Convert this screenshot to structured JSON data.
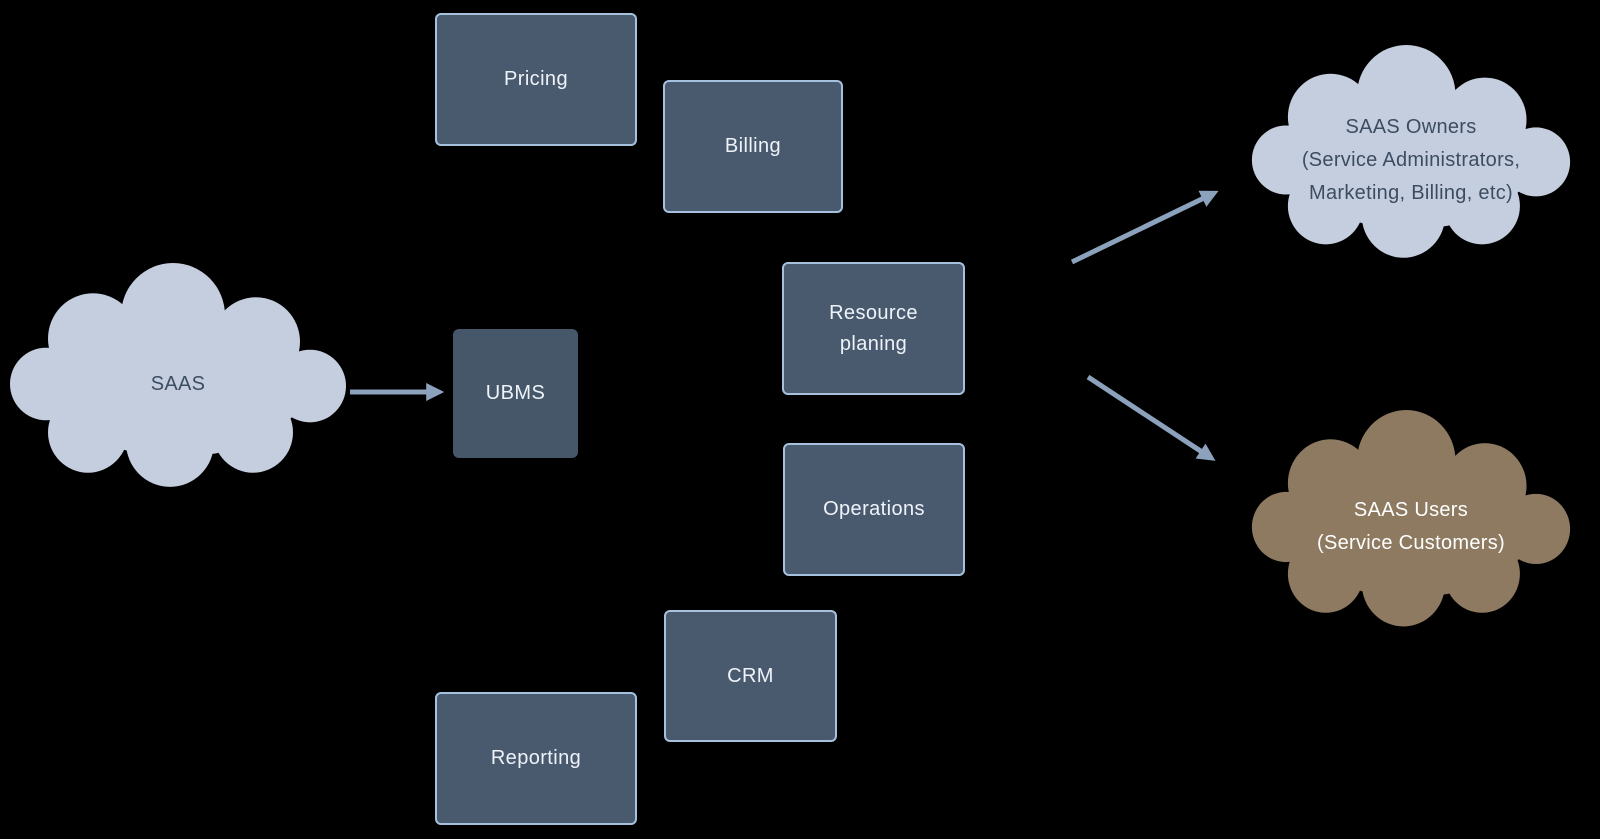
{
  "diagram": {
    "background_color": "#000000",
    "colors": {
      "box_fill": "#4a5a6e",
      "box_border": "#a6c1dd",
      "ubms_box_fill": "#46576a",
      "box_text": "#eef3f9",
      "cloud_light_fill": "#c5cedf",
      "cloud_light_text": "#3c4d62",
      "cloud_brown_fill": "#8d7a60",
      "cloud_brown_text": "#ffffff",
      "arrow": "#8ca2bc"
    },
    "nodes": {
      "saas_cloud": {
        "label": "SAAS"
      },
      "ubms": {
        "label": "UBMS"
      },
      "pricing": {
        "label": "Pricing"
      },
      "billing": {
        "label": "Billing"
      },
      "resource_planning": {
        "label": "Resource planing"
      },
      "operations": {
        "label": "Operations"
      },
      "crm": {
        "label": "CRM"
      },
      "reporting": {
        "label": "Reporting"
      },
      "owners_cloud": {
        "line1": "SAAS Owners",
        "line2": "(Service Administrators,",
        "line3": "Marketing, Billing, etc)"
      },
      "users_cloud": {
        "line1": "SAAS Users",
        "line2": "(Service Customers)"
      }
    },
    "edges": [
      {
        "from": "SAAS",
        "to": "UBMS"
      },
      {
        "from": "UBMS modules",
        "to": "SAAS Owners"
      },
      {
        "from": "UBMS modules",
        "to": "SAAS Users"
      }
    ]
  }
}
